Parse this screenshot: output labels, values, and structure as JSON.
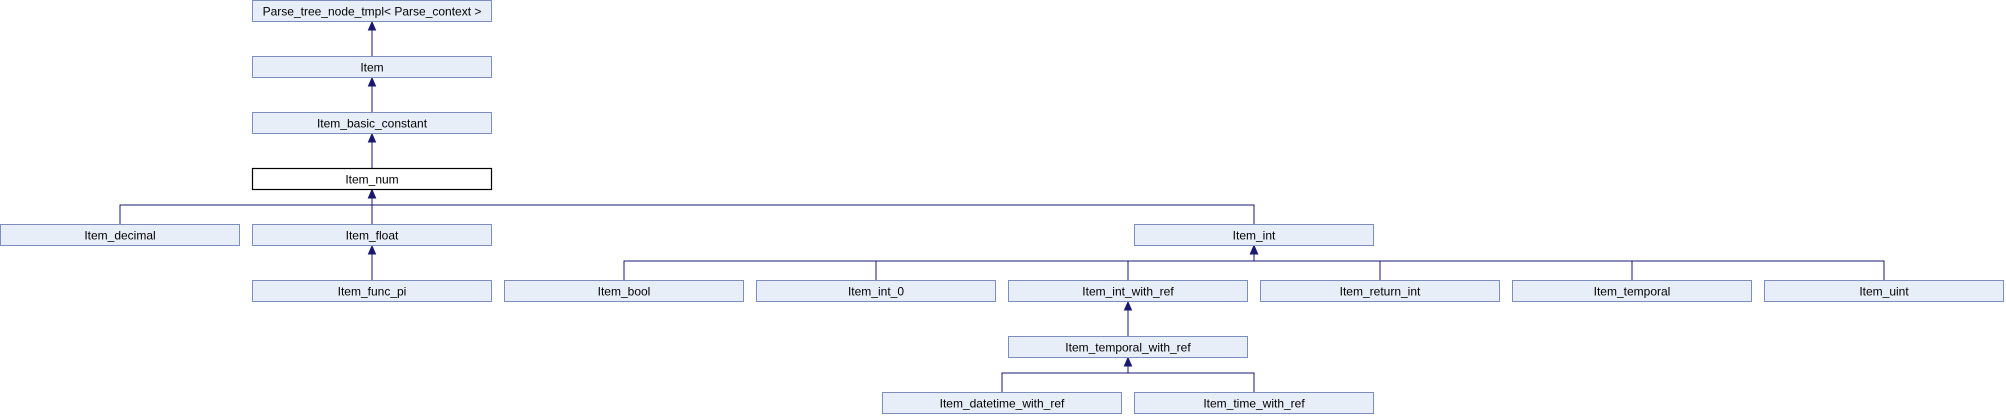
{
  "diagram": {
    "type": "inheritance-graph",
    "current_node": "Item_num",
    "colors": {
      "node_fill": "#e8eef7",
      "node_border": "#7a8fbd",
      "current_fill": "#ffffff",
      "current_border": "#000000",
      "edge": "#191970"
    },
    "nodes": [
      {
        "id": "parse_tree_node_tmpl",
        "label": "Parse_tree_node_tmpl< Parse_context >"
      },
      {
        "id": "item",
        "label": "Item"
      },
      {
        "id": "item_basic_constant",
        "label": "Item_basic_constant"
      },
      {
        "id": "item_num",
        "label": "Item_num"
      },
      {
        "id": "item_decimal",
        "label": "Item_decimal"
      },
      {
        "id": "item_float",
        "label": "Item_float"
      },
      {
        "id": "item_int",
        "label": "Item_int"
      },
      {
        "id": "item_func_pi",
        "label": "Item_func_pi"
      },
      {
        "id": "item_bool",
        "label": "Item_bool"
      },
      {
        "id": "item_int_0",
        "label": "Item_int_0"
      },
      {
        "id": "item_int_with_ref",
        "label": "Item_int_with_ref"
      },
      {
        "id": "item_return_int",
        "label": "Item_return_int"
      },
      {
        "id": "item_temporal",
        "label": "Item_temporal"
      },
      {
        "id": "item_uint",
        "label": "Item_uint"
      },
      {
        "id": "item_temporal_with_ref",
        "label": "Item_temporal_with_ref"
      },
      {
        "id": "item_datetime_with_ref",
        "label": "Item_datetime_with_ref"
      },
      {
        "id": "item_time_with_ref",
        "label": "Item_time_with_ref"
      }
    ],
    "edges": [
      {
        "from": "item",
        "to": "parse_tree_node_tmpl"
      },
      {
        "from": "item_basic_constant",
        "to": "item"
      },
      {
        "from": "item_num",
        "to": "item_basic_constant"
      },
      {
        "from": "item_decimal",
        "to": "item_num"
      },
      {
        "from": "item_float",
        "to": "item_num"
      },
      {
        "from": "item_int",
        "to": "item_num"
      },
      {
        "from": "item_func_pi",
        "to": "item_float"
      },
      {
        "from": "item_bool",
        "to": "item_int"
      },
      {
        "from": "item_int_0",
        "to": "item_int"
      },
      {
        "from": "item_int_with_ref",
        "to": "item_int"
      },
      {
        "from": "item_return_int",
        "to": "item_int"
      },
      {
        "from": "item_temporal",
        "to": "item_int"
      },
      {
        "from": "item_uint",
        "to": "item_int"
      },
      {
        "from": "item_temporal_with_ref",
        "to": "item_int_with_ref"
      },
      {
        "from": "item_datetime_with_ref",
        "to": "item_temporal_with_ref"
      },
      {
        "from": "item_time_with_ref",
        "to": "item_temporal_with_ref"
      }
    ]
  }
}
